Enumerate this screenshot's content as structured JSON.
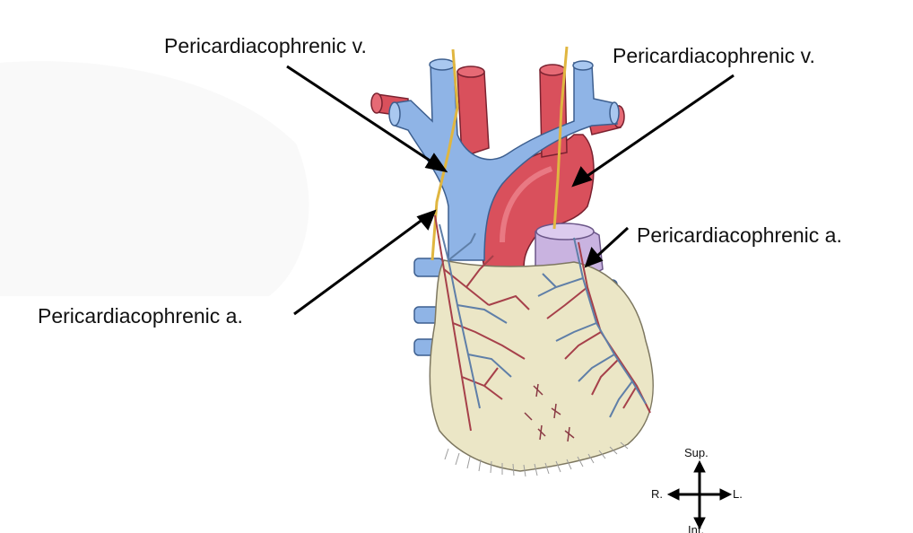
{
  "labels": {
    "vein_right": "Pericardiacophrenic v.",
    "vein_left": "Pericardiacophrenic v.",
    "artery_right": "Pericardiacophrenic a.",
    "artery_left": "Pericardiacophrenic a."
  },
  "orientation": {
    "superior": "Sup.",
    "inferior": "Inf.",
    "right": "R.",
    "left": "L."
  },
  "colors": {
    "vein": "#8fb4e6",
    "artery": "#d9505c",
    "pericardium": "#ebe6c6",
    "vessel_branch_red": "#a6404a",
    "vessel_branch_blue": "#5f7fa8",
    "nerve": "#e0b640",
    "pulmonary_trunk": "#c9b3e0"
  }
}
